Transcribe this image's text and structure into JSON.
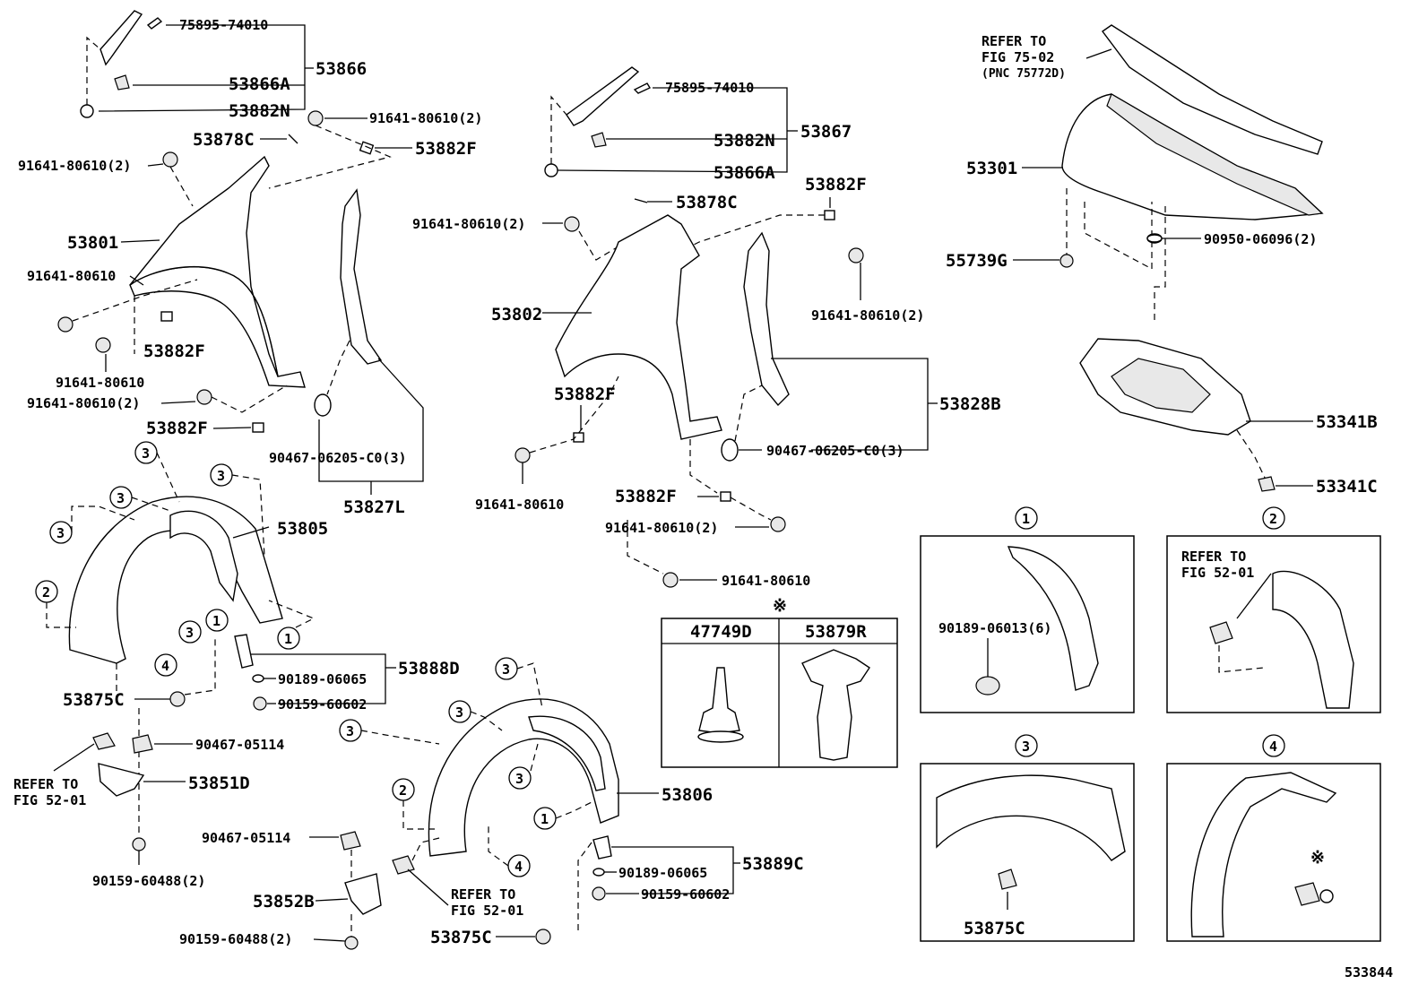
{
  "diagram_id": "533844",
  "parts": {
    "p_75895_74010_a": "75895-74010",
    "p_53866": "53866",
    "p_53866A": "53866A",
    "p_53882N_a": "53882N",
    "p_91641_80610_2_a": "91641-80610(2)",
    "p_53882F_a": "53882F",
    "p_53878C_a": "53878C",
    "p_91641_80610_2_b": "91641-80610(2)",
    "p_53801": "53801",
    "p_91641_80610_a": "91641-80610",
    "p_53882F_b": "53882F",
    "p_91641_80610_b": "91641-80610",
    "p_91641_80610_2_c": "91641-80610(2)",
    "p_53882F_c": "53882F",
    "p_90467_06205_C0_a": "90467-06205-C0(3)",
    "p_53827L": "53827L",
    "p_53805": "53805",
    "p_53888D": "53888D",
    "p_90189_06065_a": "90189-06065",
    "p_90159_60602_a": "90159-60602",
    "p_53875C_a": "53875C",
    "p_90467_05114_a": "90467-05114",
    "p_53851D": "53851D",
    "p_refer_52_01_a_1": "REFER TO",
    "p_refer_52_01_a_2": "FIG 52-01",
    "p_90159_60488_a": "90159-60488(2)",
    "p_75895_74010_b": "75895-74010",
    "p_53867": "53867",
    "p_53882N_b": "53882N",
    "p_53866A_b": "53866A",
    "p_53878C_b": "53878C",
    "p_53882F_d": "53882F",
    "p_91641_80610_2_d": "91641-80610(2)",
    "p_53802": "53802",
    "p_91641_80610_2_e": "91641-80610(2)",
    "p_53882F_e": "53882F",
    "p_53828B": "53828B",
    "p_90467_06205_C0_b": "90467-06205-C0(3)",
    "p_91641_80610_c": "91641-80610",
    "p_53882F_f": "53882F",
    "p_91641_80610_2_f": "91641-80610(2)",
    "p_91641_80610_d": "91641-80610",
    "p_53806": "53806",
    "p_90467_05114_b": "90467-05114",
    "p_53852B": "53852B",
    "p_90159_60488_b": "90159-60488(2)",
    "p_refer_52_01_b_1": "REFER TO",
    "p_refer_52_01_b_2": "FIG 52-01",
    "p_53889C": "53889C",
    "p_90189_06065_b": "90189-06065",
    "p_90159_60602_b": "90159-60602",
    "p_53875C_b": "53875C",
    "p_refer_75_02_1": "REFER TO",
    "p_refer_75_02_2": "FIG 75-02",
    "p_refer_75_02_3": "(PNC 75772D)",
    "p_53301": "53301",
    "p_55739G": "55739G",
    "p_90950_06096": "90950-06096(2)",
    "p_53341B": "53341B",
    "p_53341C": "53341C",
    "p_47749D": "47749D",
    "p_53879R": "53879R",
    "p_note_mark": "※",
    "p_90189_06013": "90189-06013(6)",
    "p_refer_52_01_c_1": "REFER TO",
    "p_refer_52_01_c_2": "FIG 52-01",
    "p_53875C_c": "53875C"
  },
  "callouts": {
    "one": "1",
    "two": "2",
    "three": "3",
    "four": "4"
  }
}
